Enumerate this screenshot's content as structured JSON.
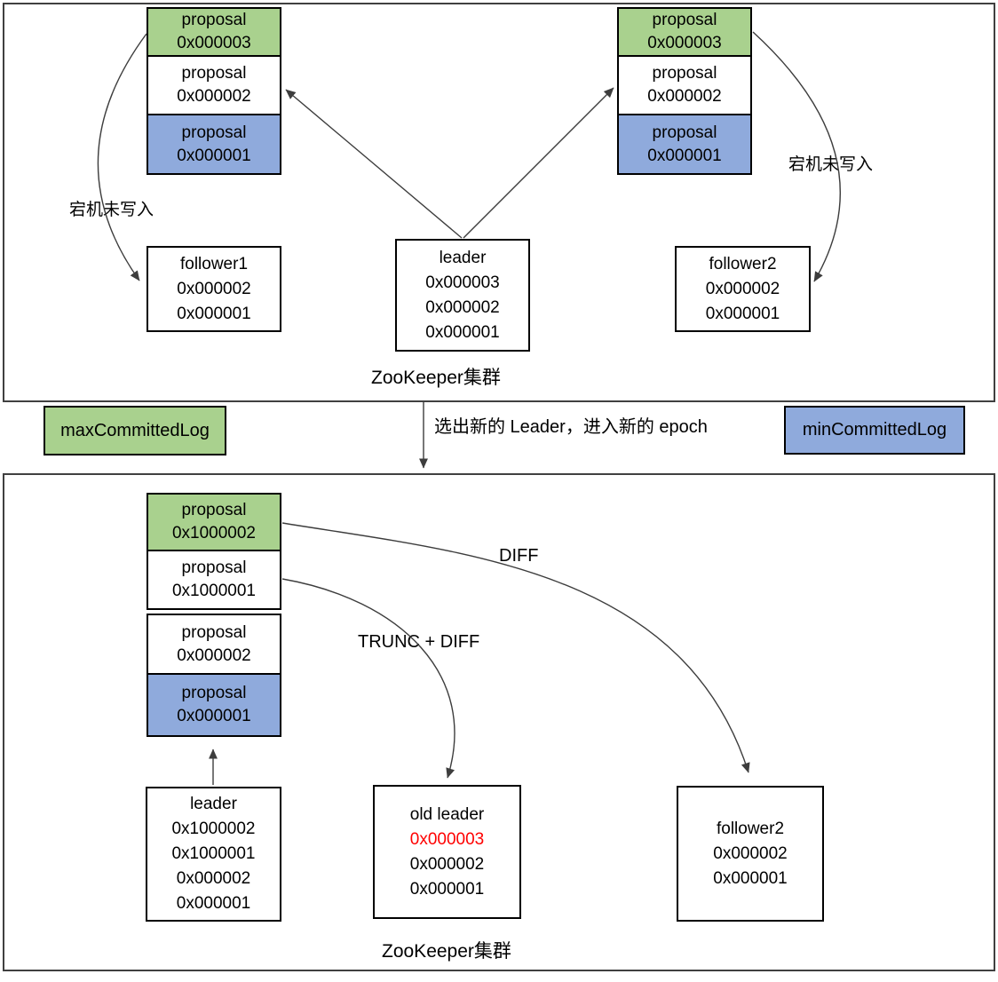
{
  "colors": {
    "proposal_green": "#A9D18E",
    "proposal_blue": "#8FAADC",
    "proposal_white": "#FFFFFF",
    "red_text": "#FF0000",
    "box_border": "#000000",
    "section_border": "#404040"
  },
  "top": {
    "left_stack": {
      "rows": [
        {
          "label": "proposal",
          "id": "0x000003"
        },
        {
          "label": "proposal",
          "id": "0x000002"
        },
        {
          "label": "proposal",
          "id": "0x000001"
        }
      ]
    },
    "right_stack": {
      "rows": [
        {
          "label": "proposal",
          "id": "0x000003"
        },
        {
          "label": "proposal",
          "id": "0x000002"
        },
        {
          "label": "proposal",
          "id": "0x000001"
        }
      ]
    },
    "crash_label_left": "宕机未写入",
    "crash_label_right": "宕机未写入",
    "follower1": {
      "title": "follower1",
      "entries": [
        "0x000002",
        "0x000001"
      ]
    },
    "leader": {
      "title": "leader",
      "entries": [
        "0x000003",
        "0x000002",
        "0x000001"
      ]
    },
    "follower2": {
      "title": "follower2",
      "entries": [
        "0x000002",
        "0x000001"
      ]
    },
    "caption": "ZooKeeper集群"
  },
  "middle": {
    "max_badge": "maxCommittedLog",
    "transition": "选出新的 Leader，进入新的 epoch",
    "min_badge": "minCommittedLog"
  },
  "bottom": {
    "stack": {
      "rows": [
        {
          "label": "proposal",
          "id": "0x1000002"
        },
        {
          "label": "proposal",
          "id": "0x1000001"
        },
        {
          "label": "proposal",
          "id": "0x000002"
        },
        {
          "label": "proposal",
          "id": "0x000001"
        }
      ]
    },
    "diff_label": "DIFF",
    "trunc_diff_label": "TRUNC + DIFF",
    "leader": {
      "title": "leader",
      "entries": [
        "0x1000002",
        "0x1000001",
        "0x000002",
        "0x000001"
      ]
    },
    "old_leader": {
      "title": "old leader",
      "entries": [
        "0x000003",
        "0x000002",
        "0x000001"
      ]
    },
    "follower2": {
      "title": "follower2",
      "entries": [
        "0x000002",
        "0x000001"
      ]
    },
    "caption": "ZooKeeper集群"
  }
}
